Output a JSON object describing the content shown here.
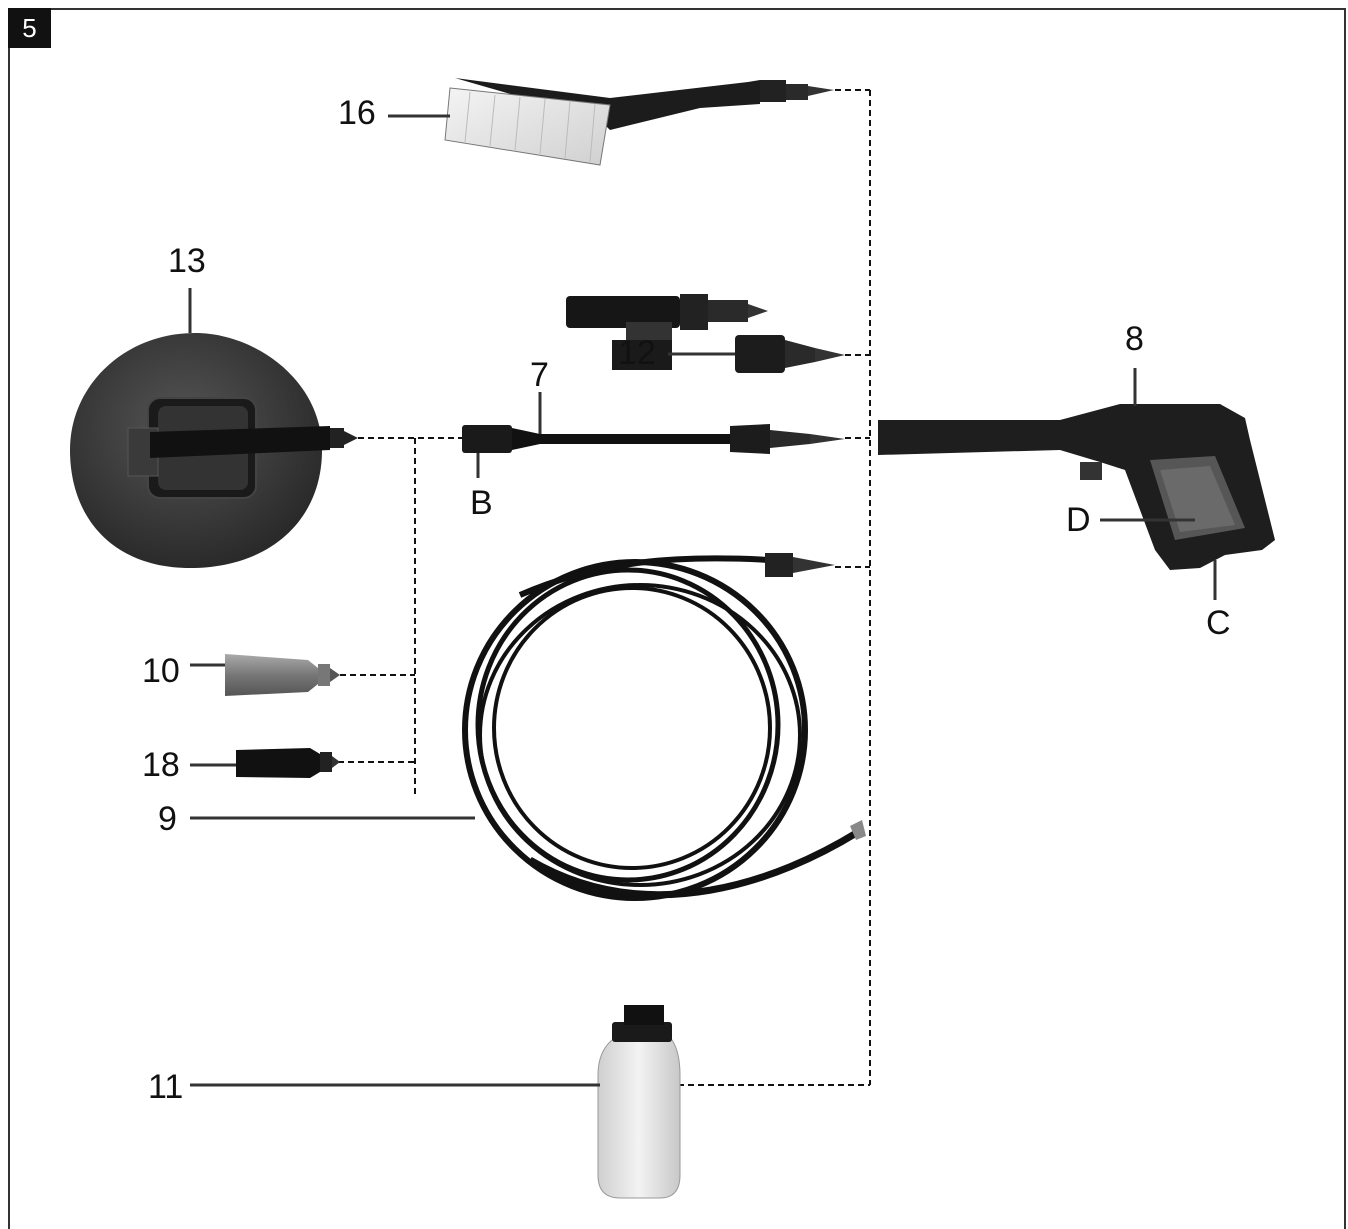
{
  "figure_number": "5",
  "labels": {
    "l16": "16",
    "l13": "13",
    "l12": "12",
    "l7": "7",
    "lB": "B",
    "l8": "8",
    "lD": "D",
    "lC": "C",
    "l10": "10",
    "l18": "18",
    "l9": "9",
    "l11": "11"
  }
}
